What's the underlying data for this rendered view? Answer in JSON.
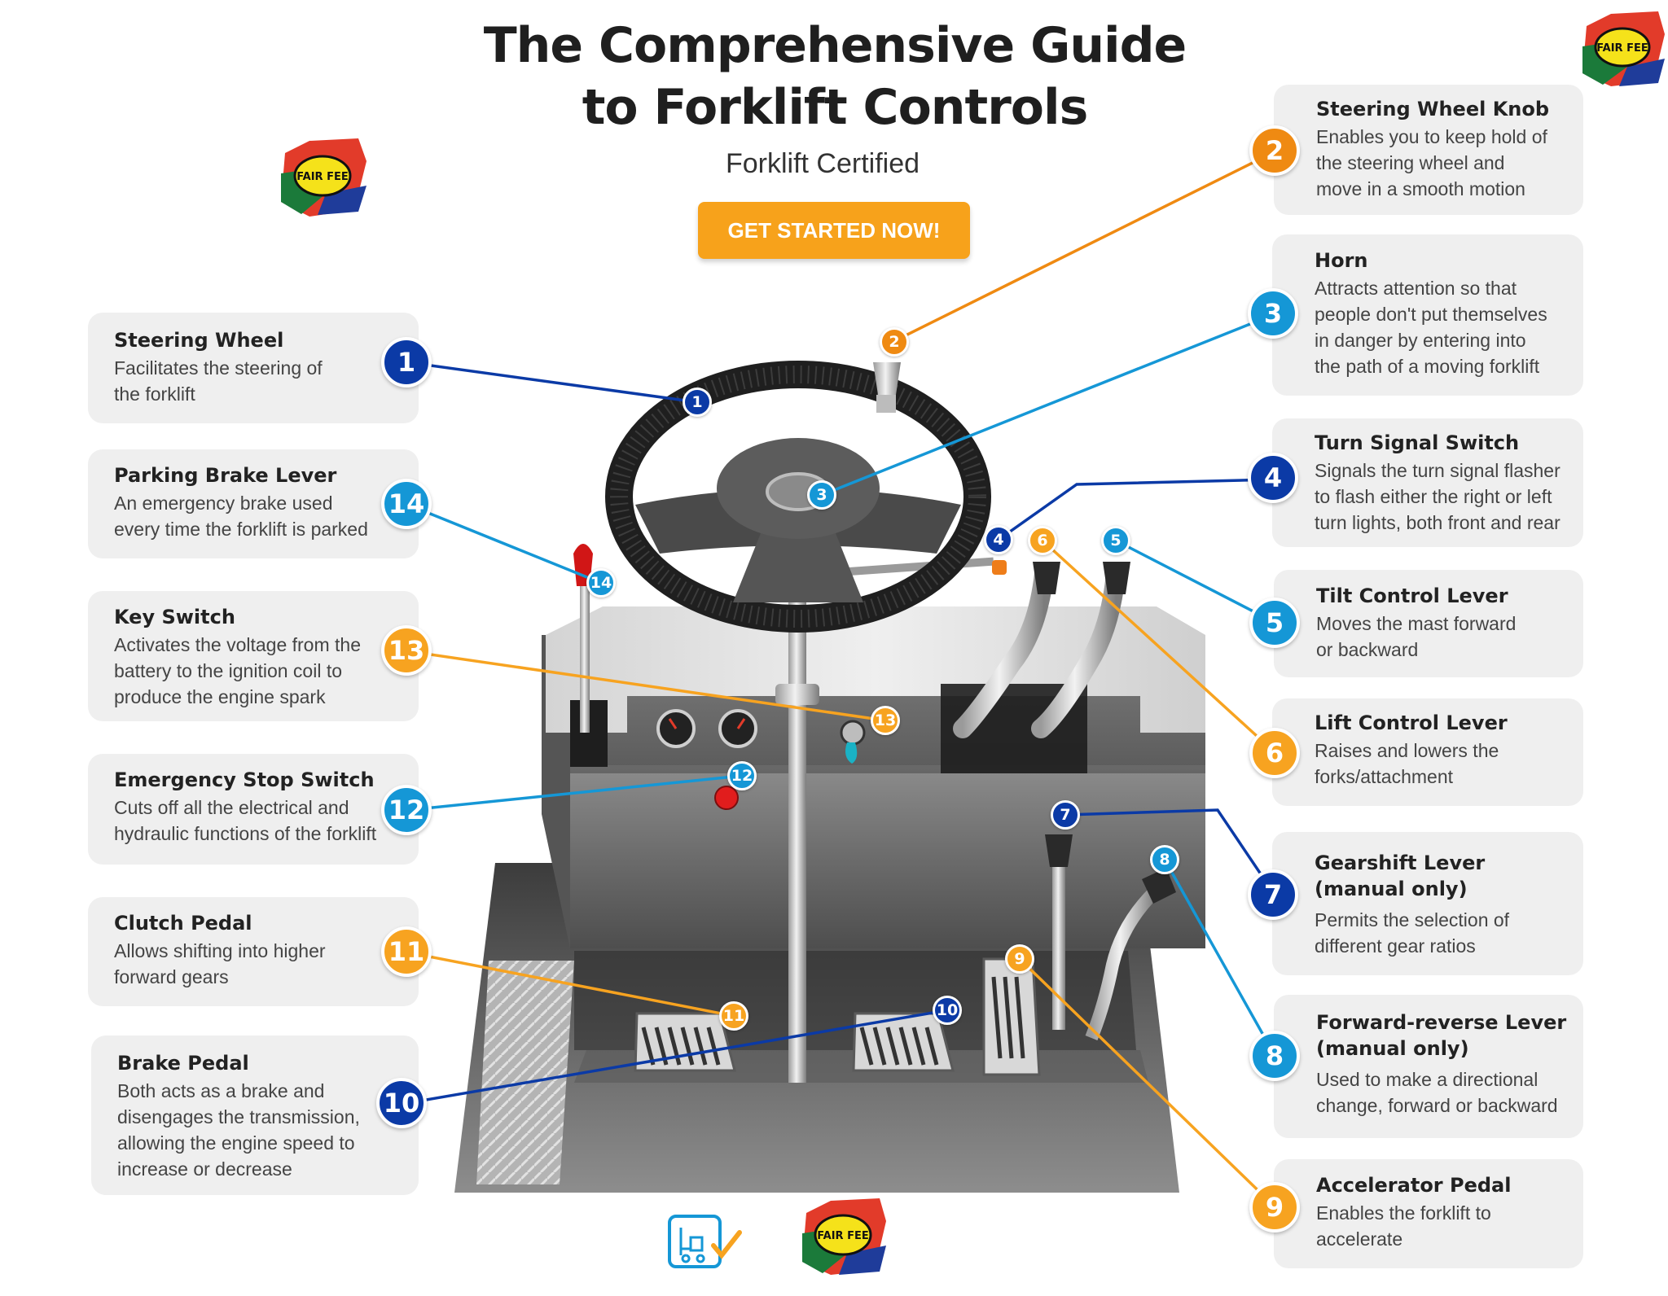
{
  "header": {
    "title_line1": "The Comprehensive Guide",
    "title_line2": "to Forklift Controls",
    "subtitle": "Forklift Certified",
    "cta_label": "GET STARTED NOW!"
  },
  "logos": {
    "brand_text": "FAIR FEE"
  },
  "colors": {
    "navy": "#0b3aa6",
    "blue": "#1597d6",
    "orange": "#f7a320",
    "cta": "#f7a21b",
    "card_bg": "#efefef"
  },
  "controls": [
    {
      "num": "1",
      "title": "Steering Wheel",
      "desc": [
        "Facilitates the steering of",
        "the forklift"
      ]
    },
    {
      "num": "2",
      "title": "Steering Wheel Knob",
      "desc": [
        "Enables you to keep hold of",
        "the steering wheel and",
        "move in a smooth motion"
      ]
    },
    {
      "num": "3",
      "title": "Horn",
      "desc": [
        "Attracts attention so that",
        "people don't put themselves",
        "in danger by entering into",
        "the path of a moving forklift"
      ]
    },
    {
      "num": "4",
      "title": "Turn Signal Switch",
      "desc": [
        "Signals the turn signal flasher",
        "to flash either the right or left",
        "turn lights, both front and rear"
      ]
    },
    {
      "num": "5",
      "title": "Tilt Control Lever",
      "desc": [
        "Moves the mast forward",
        "or backward"
      ]
    },
    {
      "num": "6",
      "title": "Lift Control Lever",
      "desc": [
        "Raises and lowers the",
        "forks/attachment"
      ]
    },
    {
      "num": "7",
      "title": [
        "Gearshift Lever",
        "(manual only)"
      ],
      "desc": [
        "Permits the selection of",
        "different gear ratios"
      ]
    },
    {
      "num": "8",
      "title": [
        "Forward-reverse Lever",
        "(manual only)"
      ],
      "desc": [
        "Used to make a directional",
        "change, forward or backward"
      ]
    },
    {
      "num": "9",
      "title": "Accelerator Pedal",
      "desc": [
        "Enables the forklift to",
        "accelerate"
      ]
    },
    {
      "num": "10",
      "title": "Brake Pedal",
      "desc": [
        "Both acts as a brake and",
        "disengages the transmission,",
        "allowing the engine speed to",
        "increase or decrease"
      ]
    },
    {
      "num": "11",
      "title": "Clutch Pedal",
      "desc": [
        "Allows shifting into higher",
        "forward gears"
      ]
    },
    {
      "num": "12",
      "title": "Emergency Stop Switch",
      "desc": [
        "Cuts off all the electrical and",
        "hydraulic functions of the forklift"
      ]
    },
    {
      "num": "13",
      "title": "Key Switch",
      "desc": [
        "Activates the voltage from the",
        "battery to the ignition coil to",
        "produce the engine spark"
      ]
    },
    {
      "num": "14",
      "title": "Parking Brake Lever",
      "desc": [
        "An emergency brake used",
        "every time the forklift is parked"
      ]
    }
  ]
}
